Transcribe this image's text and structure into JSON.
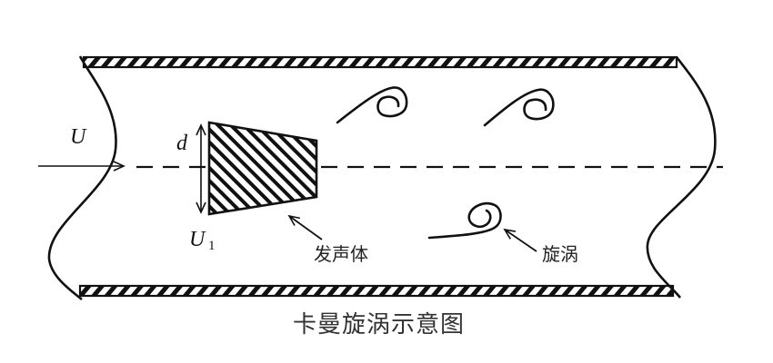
{
  "title": "卡曼旋涡示意图",
  "labels": {
    "inflow_velocity": "U",
    "body_width": "d",
    "body_velocity_main": "U",
    "body_velocity_sub": "1",
    "bluff_body": "发声体",
    "vortex": "旋涡"
  },
  "elements": {
    "pipe_walls": [
      "top-wall",
      "bottom-wall"
    ],
    "velocity_profiles": [
      "inlet-profile",
      "outlet-profile"
    ],
    "centerline": "dashed",
    "vortices": [
      {
        "position": "upper-left",
        "rotation": "clockwise"
      },
      {
        "position": "upper-right",
        "rotation": "clockwise"
      },
      {
        "position": "lower",
        "rotation": "counterclockwise"
      }
    ]
  },
  "colors": {
    "stroke": "#111111",
    "background": "#ffffff",
    "caption": "#333333"
  }
}
